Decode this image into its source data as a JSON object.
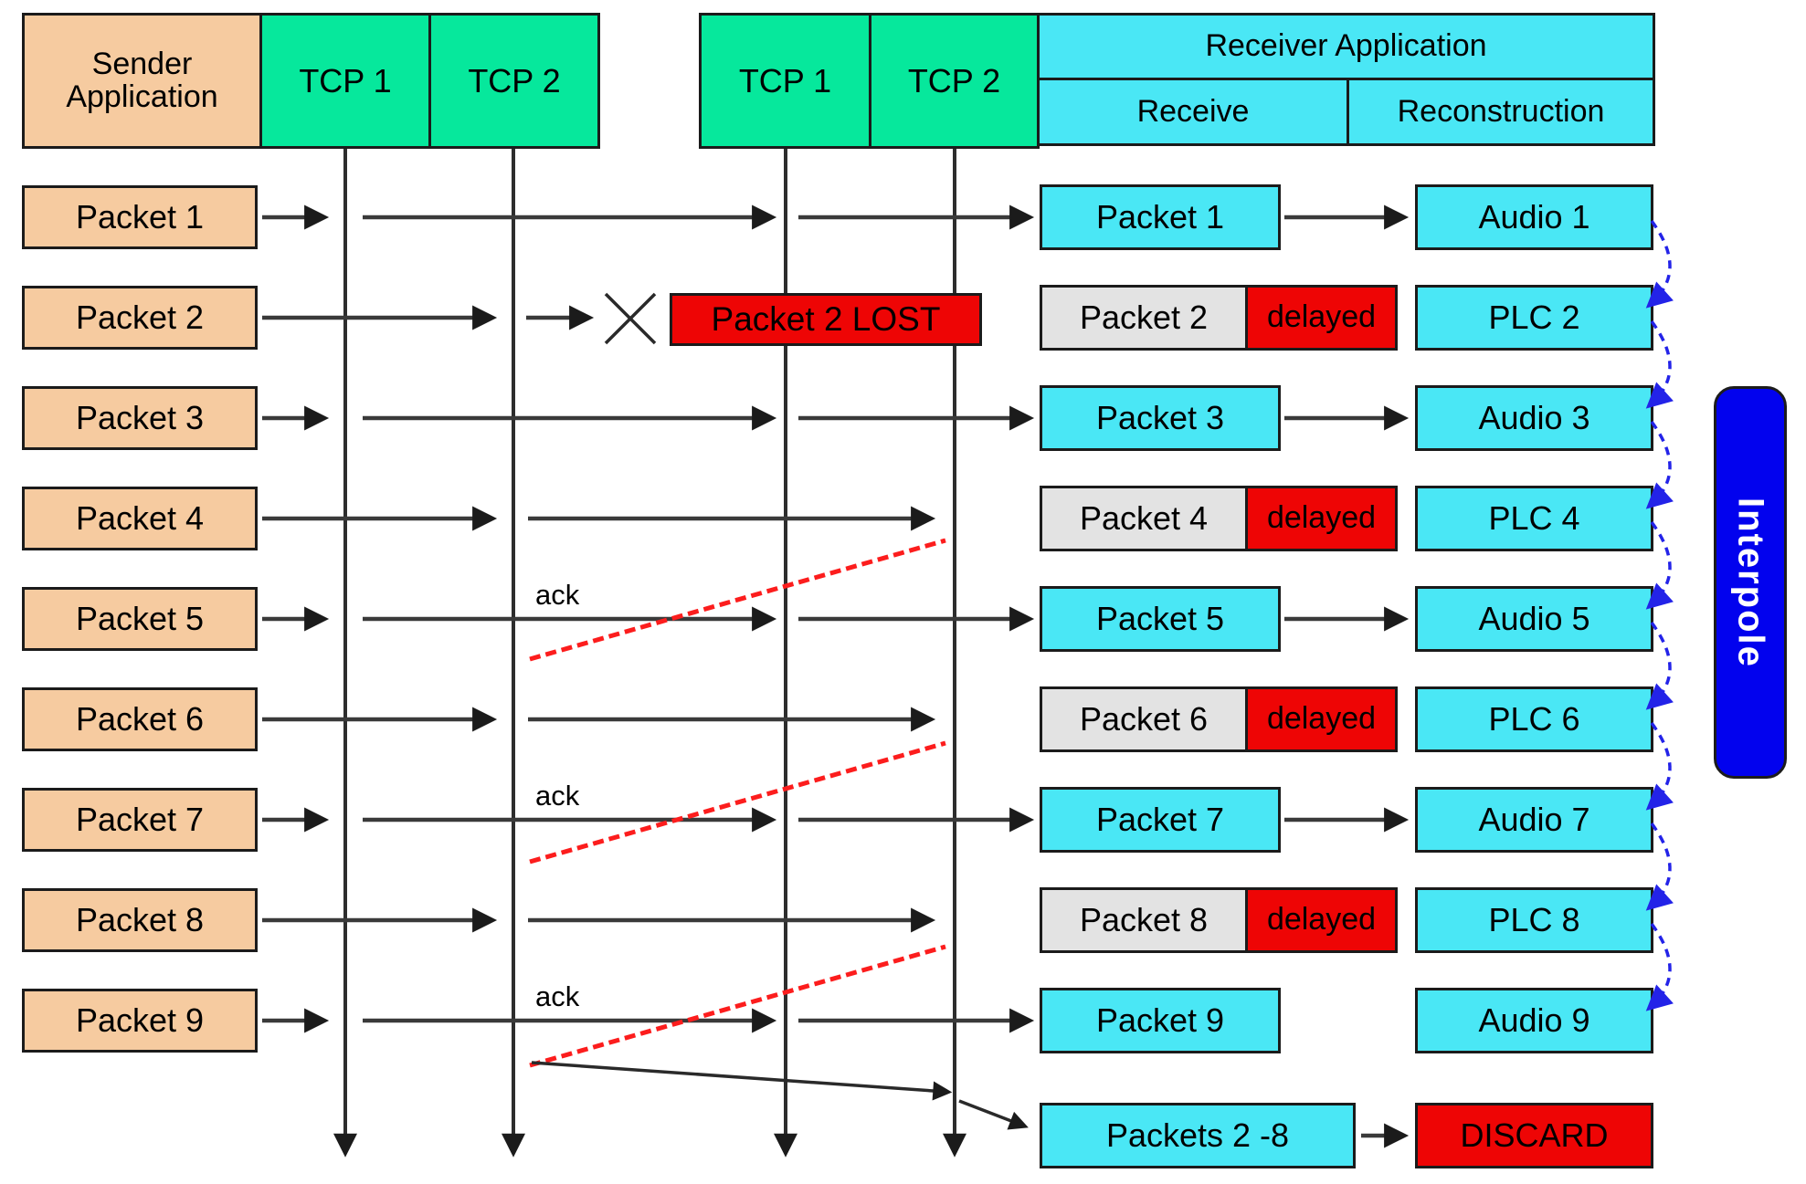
{
  "headers": {
    "sender_app": "Sender Application",
    "tcp1": "TCP 1",
    "tcp2": "TCP 2",
    "receiver_app": "Receiver Application",
    "receive": "Receive",
    "reconstruction": "Reconstruction"
  },
  "rows": [
    {
      "sender": "Packet 1",
      "receive": "Packet 1",
      "reconstruction": "Audio 1"
    },
    {
      "sender": "Packet 2",
      "receive": "Packet 2",
      "delayed": "delayed",
      "reconstruction": "PLC 2",
      "lost": "Packet 2 LOST"
    },
    {
      "sender": "Packet 3",
      "receive": "Packet 3",
      "reconstruction": "Audio 3"
    },
    {
      "sender": "Packet 4",
      "receive": "Packet 4",
      "delayed": "delayed",
      "reconstruction": "PLC 4"
    },
    {
      "sender": "Packet 5",
      "receive": "Packet 5",
      "ack": "ack",
      "reconstruction": "Audio 5"
    },
    {
      "sender": "Packet 6",
      "receive": "Packet 6",
      "delayed": "delayed",
      "reconstruction": "PLC 6"
    },
    {
      "sender": "Packet 7",
      "receive": "Packet 7",
      "ack": "ack",
      "reconstruction": "Audio 7"
    },
    {
      "sender": "Packet 8",
      "receive": "Packet 8",
      "delayed": "delayed",
      "reconstruction": "PLC 8"
    },
    {
      "sender": "Packet 9",
      "receive": "Packet 9",
      "ack": "ack",
      "reconstruction": "Audio 9"
    }
  ],
  "bottom_row": {
    "receive": "Packets 2 -8",
    "reconstruction": "DISCARD"
  },
  "interpole_label": "Interpole",
  "colors": {
    "sender_fill": "#F6CBA0",
    "tcp_fill": "#06E89C",
    "receiver_fill": "#4AE7F5",
    "lost_fill": "#EE0505",
    "delayed_fill": "#EE0505",
    "discard_fill": "#EE0505",
    "delayed_packet_fill": "#E3E3E3",
    "ack_retransmit_line": "#FC1D1D",
    "flow_line": "#333333",
    "interpolation_arrow": "#2323E8",
    "interpole_fill": "#0202EE"
  }
}
